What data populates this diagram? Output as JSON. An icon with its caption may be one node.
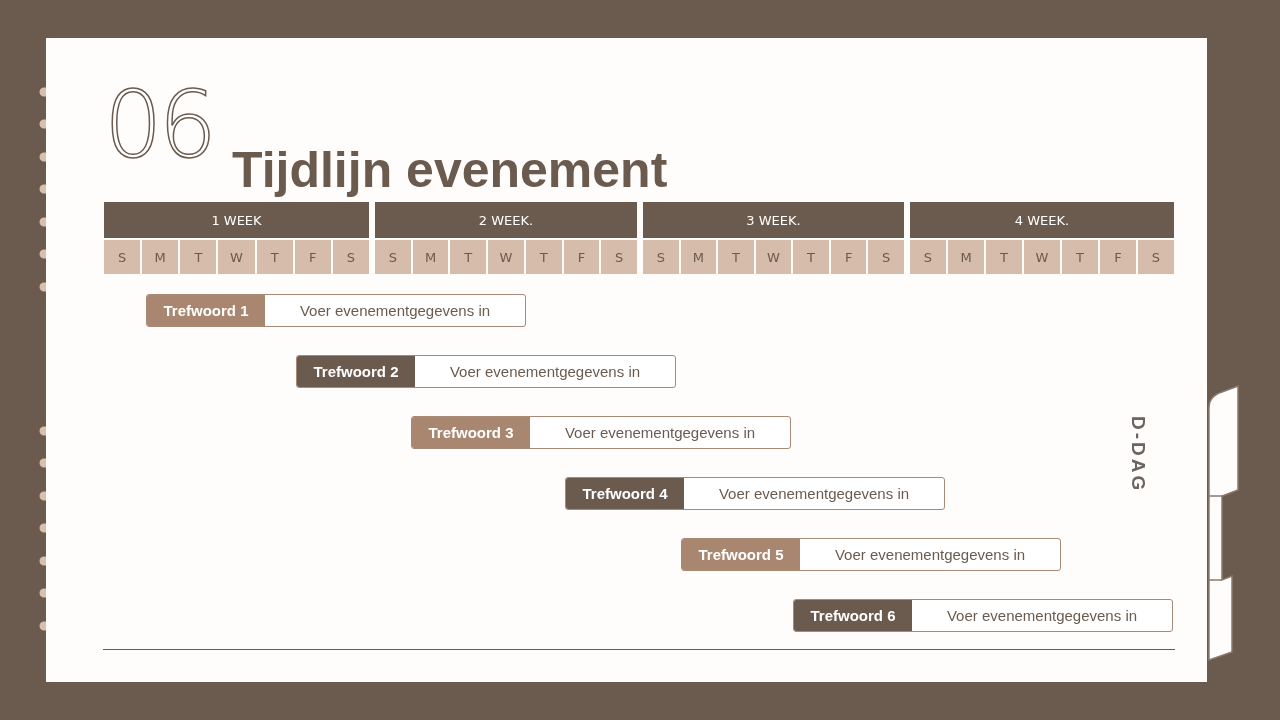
{
  "diagram": {
    "title": "Tijdlijn evenement",
    "nodes": [
      {
        "text": [
          "Trefwoord 1",
          "Voer evenementgegevens in"
        ]
      },
      {
        "text": [
          "Trefwoord 2",
          "Voer evenementgegevens in"
        ]
      },
      {
        "text": [
          "Trefwoord 3",
          "Voer evenementgegevens in"
        ]
      },
      {
        "text": [
          "Trefwoord 4",
          "Voer evenementgegevens in"
        ]
      },
      {
        "text": [
          "Trefwoord 5",
          "Voer evenementgegevens in"
        ]
      },
      {
        "text": [
          "Trefwoord 6",
          "Voer evenementgegevens in"
        ]
      }
    ],
    "labels": [
      "06",
      "1 WEEK",
      "2 WEEK.",
      "3 WEEK.",
      "4 WEEK.",
      "S",
      "M",
      "T",
      "W",
      "T",
      "F",
      "S",
      "S",
      "M",
      "T",
      "W",
      "T",
      "F",
      "S",
      "S",
      "M",
      "T",
      "W",
      "T",
      "F",
      "S",
      "S",
      "M",
      "T",
      "W",
      "T",
      "F",
      "S",
      "D-DAG"
    ]
  }
}
